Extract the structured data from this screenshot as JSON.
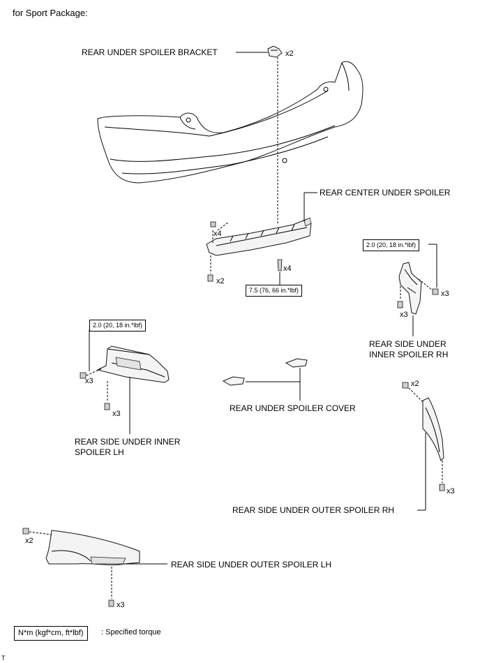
{
  "header": {
    "title": "for Sport Package:"
  },
  "labels": {
    "bracket": "REAR UNDER SPOILER BRACKET",
    "center_spoiler": "REAR CENTER UNDER SPOILER",
    "inner_rh_line1": "REAR SIDE UNDER",
    "inner_rh_line2": "INNER SPOILER RH",
    "inner_lh_line1": "REAR SIDE UNDER INNER",
    "inner_lh_line2": "SPOILER LH",
    "cover": "REAR UNDER SPOILER COVER",
    "outer_rh": "REAR SIDE UNDER OUTER SPOILER RH",
    "outer_lh": "REAR SIDE UNDER OUTER SPOILER LH"
  },
  "quantities": {
    "bracket_x2": "x2",
    "center_clip_x4": "x4",
    "center_clip_x2": "x2",
    "center_bolt_x4": "x4",
    "inner_rh_bolt_x3": "x3",
    "inner_rh_clip_x3": "x3",
    "inner_lh_bolt_x3": "x3",
    "inner_lh_clip_x3": "x3",
    "outer_rh_screw_x2": "x2",
    "outer_rh_clip_x3": "x3",
    "outer_lh_screw_x2": "x2",
    "outer_lh_clip_x3": "x3"
  },
  "torques": {
    "center": "7.5 (76, 66 in.*lbf)",
    "inner_rh": "2.0 (20, 18 in.*lbf)",
    "inner_lh": "2.0 (20, 18 in.*lbf)"
  },
  "legend": {
    "box": "N*m (kgf*cm, ft*lbf)",
    "text": ": Specified torque"
  },
  "footer": {
    "code": "T"
  }
}
